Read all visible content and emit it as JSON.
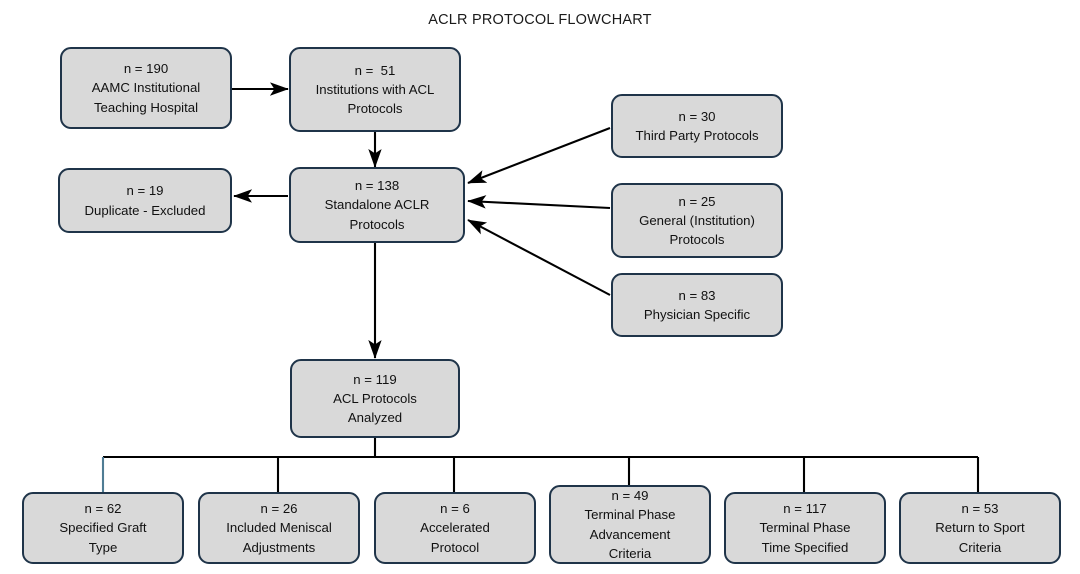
{
  "title": "ACLR PROTOCOL FLOWCHART",
  "colors": {
    "node_fill": "#d9d9d9",
    "node_border": "#1f3449",
    "connector": "#000000",
    "connector_accent": "#4f7c94",
    "background": "#ffffff",
    "text": "#111111"
  },
  "nodes": {
    "aamc": {
      "line1": "n = 190",
      "line2": "AAMC Institutional",
      "line3": "Teaching Hospital"
    },
    "institutions": {
      "line1": "n =  51",
      "line2": "Institutions with ACL",
      "line3": "Protocols"
    },
    "duplicate": {
      "line1": "n = 19",
      "line2": "Duplicate - Excluded"
    },
    "standalone": {
      "line1": "n = 138",
      "line2": "Standalone ACLR",
      "line3": "Protocols"
    },
    "third_party": {
      "line1": "n = 30",
      "line2": "Third Party Protocols"
    },
    "general": {
      "line1": "n = 25",
      "line2": "General (Institution)",
      "line3": "Protocols"
    },
    "physician": {
      "line1": "n = 83",
      "line2": "Physician Specific"
    },
    "analyzed": {
      "line1": "n = 119",
      "line2": "ACL Protocols",
      "line3": "Analyzed"
    },
    "graft": {
      "line1": "n = 62",
      "line2": "Specified Graft",
      "line3": "Type"
    },
    "meniscal": {
      "line1": "n = 26",
      "line2": "Included Meniscal",
      "line3": "Adjustments"
    },
    "accelerated": {
      "line1": "n = 6",
      "line2": "Accelerated",
      "line3": "Protocol"
    },
    "advancement": {
      "line1": "n = 49",
      "line2": "Terminal Phase",
      "line3": "Advancement",
      "line4": "Criteria"
    },
    "time_specified": {
      "line1": "n = 117",
      "line2": "Terminal Phase",
      "line3": "Time Specified"
    },
    "return_sport": {
      "line1": "n = 53",
      "line2": "Return to Sport",
      "line3": "Criteria"
    }
  },
  "chart_data": {
    "type": "diagram",
    "title": "ACLR PROTOCOL FLOWCHART",
    "nodes": [
      {
        "id": "aamc",
        "n": 190,
        "label": "AAMC Institutional Teaching Hospital"
      },
      {
        "id": "institutions",
        "n": 51,
        "label": "Institutions with ACL Protocols"
      },
      {
        "id": "duplicate",
        "n": 19,
        "label": "Duplicate - Excluded"
      },
      {
        "id": "standalone",
        "n": 138,
        "label": "Standalone ACLR Protocols"
      },
      {
        "id": "third_party",
        "n": 30,
        "label": "Third Party Protocols"
      },
      {
        "id": "general",
        "n": 25,
        "label": "General (Institution) Protocols"
      },
      {
        "id": "physician",
        "n": 83,
        "label": "Physician Specific"
      },
      {
        "id": "analyzed",
        "n": 119,
        "label": "ACL Protocols Analyzed"
      },
      {
        "id": "graft",
        "n": 62,
        "label": "Specified Graft Type"
      },
      {
        "id": "meniscal",
        "n": 26,
        "label": "Included Meniscal Adjustments"
      },
      {
        "id": "accelerated",
        "n": 6,
        "label": "Accelerated Protocol"
      },
      {
        "id": "advancement",
        "n": 49,
        "label": "Terminal Phase Advancement Criteria"
      },
      {
        "id": "time_specified",
        "n": 117,
        "label": "Terminal Phase Time Specified"
      },
      {
        "id": "return_sport",
        "n": 53,
        "label": "Return to Sport Criteria"
      }
    ],
    "edges": [
      {
        "from": "aamc",
        "to": "institutions",
        "style": "arrow"
      },
      {
        "from": "institutions",
        "to": "standalone",
        "style": "arrow"
      },
      {
        "from": "standalone",
        "to": "duplicate",
        "style": "arrow"
      },
      {
        "from": "third_party",
        "to": "standalone",
        "style": "arrow"
      },
      {
        "from": "general",
        "to": "standalone",
        "style": "arrow"
      },
      {
        "from": "physician",
        "to": "standalone",
        "style": "arrow"
      },
      {
        "from": "standalone",
        "to": "analyzed",
        "style": "arrow"
      },
      {
        "from": "analyzed",
        "to": "graft",
        "style": "bracket"
      },
      {
        "from": "analyzed",
        "to": "meniscal",
        "style": "bracket"
      },
      {
        "from": "analyzed",
        "to": "accelerated",
        "style": "bracket"
      },
      {
        "from": "analyzed",
        "to": "advancement",
        "style": "bracket"
      },
      {
        "from": "analyzed",
        "to": "time_specified",
        "style": "bracket"
      },
      {
        "from": "analyzed",
        "to": "return_sport",
        "style": "bracket"
      }
    ]
  }
}
